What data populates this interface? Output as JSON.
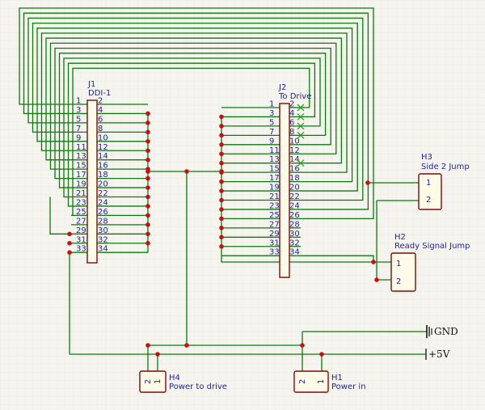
{
  "components": {
    "j1": {
      "ref": "J1",
      "value": "DDI-1",
      "pins_left": [
        "1",
        "3",
        "5",
        "7",
        "9",
        "11",
        "13",
        "15",
        "17",
        "19",
        "21",
        "23",
        "25",
        "27",
        "29",
        "31",
        "33"
      ],
      "pins_right": [
        "2",
        "4",
        "6",
        "8",
        "10",
        "12",
        "14",
        "16",
        "18",
        "20",
        "22",
        "24",
        "26",
        "28",
        "30",
        "32",
        "34"
      ]
    },
    "j2": {
      "ref": "J2",
      "value": "To Drive",
      "pins_left": [
        "1",
        "3",
        "5",
        "7",
        "9",
        "11",
        "13",
        "15",
        "17",
        "19",
        "21",
        "23",
        "25",
        "27",
        "29",
        "31",
        "33"
      ],
      "pins_right": [
        "2",
        "4",
        "6",
        "8",
        "10",
        "12",
        "14",
        "16",
        "18",
        "20",
        "22",
        "24",
        "26",
        "28",
        "30",
        "32",
        "34"
      ]
    },
    "h3": {
      "ref": "H3",
      "value": "Side 2 Jump",
      "pins": [
        "1",
        "2"
      ]
    },
    "h2": {
      "ref": "H2",
      "value": "Ready Signal Jump",
      "pins": [
        "1",
        "2"
      ]
    },
    "h4": {
      "ref": "H4",
      "value": "Power to drive",
      "pins": [
        "2",
        "1"
      ]
    },
    "h1": {
      "ref": "H1",
      "value": "Power in",
      "pins": [
        "2",
        "1"
      ]
    }
  },
  "power": {
    "gnd": "GND",
    "vcc": "+5V"
  },
  "colors": {
    "wire": "#0c7a0c",
    "part": "#7a0a0a",
    "text": "#24248f",
    "junction": "#c41111",
    "grid": "#e4e2da"
  }
}
